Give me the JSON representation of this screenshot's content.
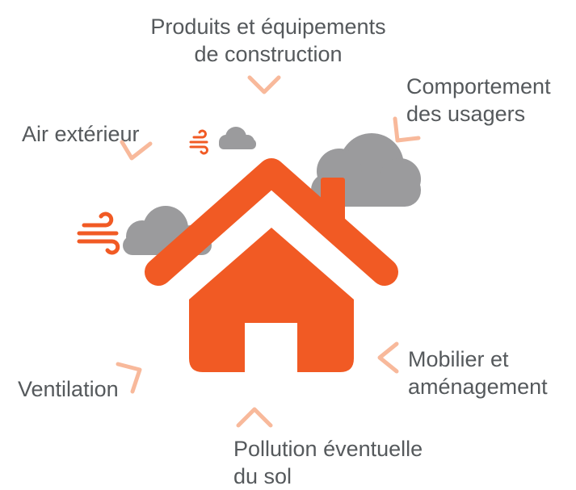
{
  "labels": {
    "produits": [
      "Produits et équipements",
      "de construction"
    ],
    "comportement": [
      "Comportement",
      "des usagers"
    ],
    "air": [
      "Air extérieur"
    ],
    "ventilation": [
      "Ventilation"
    ],
    "mobilier": [
      "Mobilier et",
      "aménagement"
    ],
    "pollution": [
      "Pollution éventuelle",
      "du sol"
    ]
  },
  "colors": {
    "house": "#f15a24",
    "wind": "#f15a24",
    "cloud": "#9b9b9d",
    "chevron": "#f8b99b",
    "text": "#55595c"
  },
  "icons": {
    "house": "house-icon",
    "cloud": "cloud-icon",
    "wind": "wind-icon",
    "chevron": "chevron-icon"
  }
}
